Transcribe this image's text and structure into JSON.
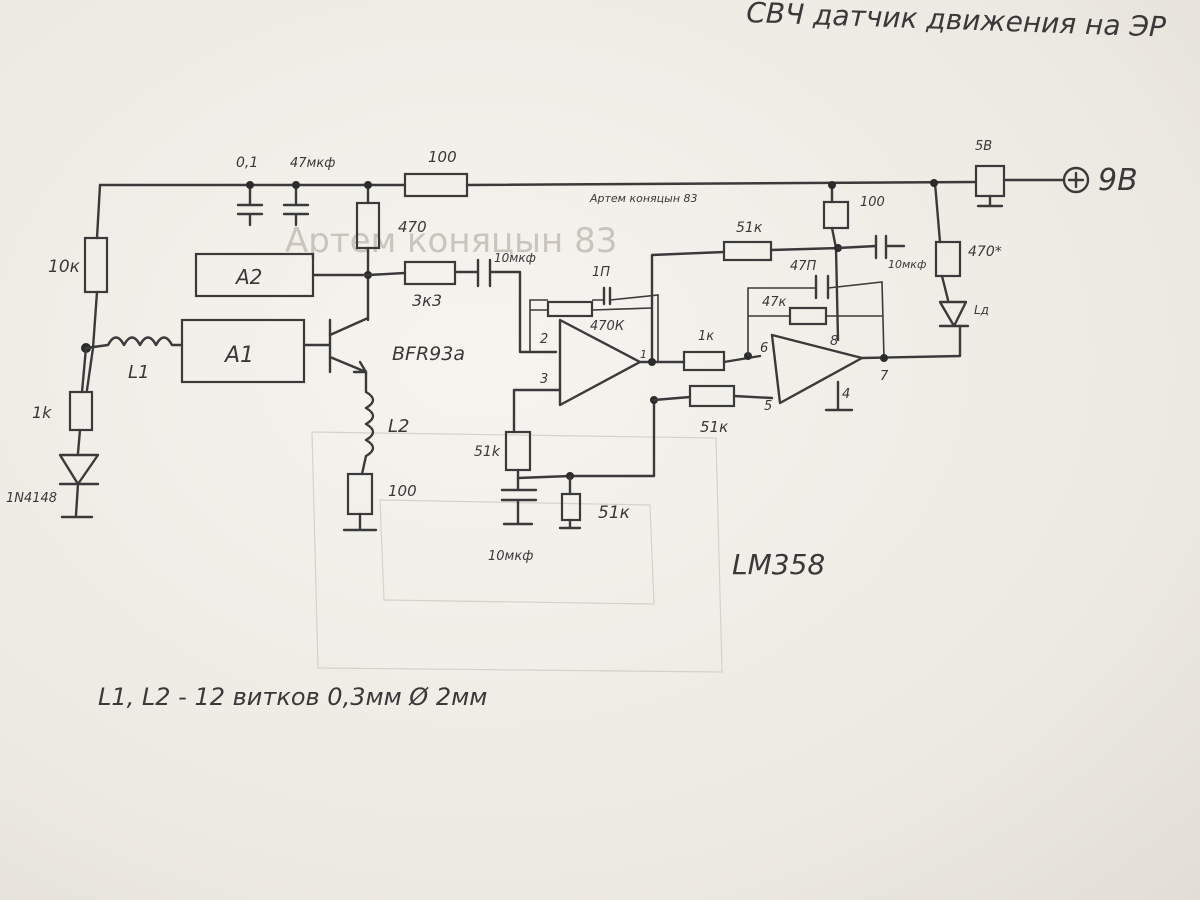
{
  "header_note": "СВЧ датчик движения на ЭР",
  "watermark": "Артем коняцын 83",
  "author_note": "Артем коняцын 83",
  "supply": {
    "label": "9В"
  },
  "labels": {
    "c_01": "0,1",
    "c_47mkf": "47мкф",
    "r_100_top": "100",
    "r_10k": "10к",
    "r_470": "470",
    "a2": "A2",
    "a1": "A1",
    "l1": "L1",
    "l2": "L2",
    "transistor": "BFR93a",
    "r_1k_left": "1k",
    "diode_left": "1N4148",
    "r_100_bottom": "100",
    "r_3k3": "3к3",
    "c_10mkf_mid": "10мкф",
    "c_1p": "1П",
    "r_470k": "470К",
    "pin2": "2",
    "pin3": "3",
    "r_51k_bias": "51k",
    "c_10mkf_bottom": "10мкф",
    "r_51k_ground": "51к",
    "r_51k_top": "51к",
    "r_1k_mid": "1к",
    "r_51k_mid": "51к",
    "c_47p": "47П",
    "r_47k": "47к",
    "pin6": "6",
    "pin5": "5",
    "pin8": "8",
    "pin4": "4",
    "pin7": "7",
    "pin1": "1",
    "r_100_right": "100",
    "c_10mkf_right": "10мкф",
    "r_470_right": "470*",
    "led": "Lд",
    "regulator": "5В",
    "chip": "LM358"
  },
  "footnote": "L1, L2 - 12 витков 0,3мм Ø 2мм"
}
